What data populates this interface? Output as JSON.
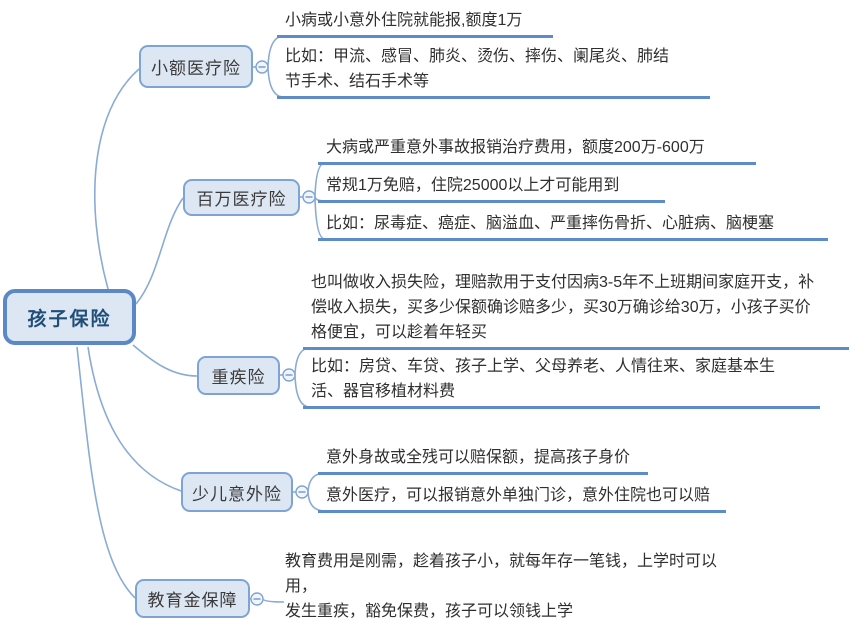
{
  "root": {
    "label": "孩子保险"
  },
  "branches": [
    {
      "label": "小额医疗险",
      "children": [
        {
          "text": "小病或小意外住院就能报,额度1万"
        },
        {
          "text": "比如：甲流、感冒、肺炎、烫伤、摔伤、阑尾炎、肺结\n节手术、结石手术等"
        }
      ]
    },
    {
      "label": "百万医疗险",
      "children": [
        {
          "text": "大病或严重意外事故报销治疗费用，额度200万-600万"
        },
        {
          "text": "常规1万免赔，住院25000以上才可能用到"
        },
        {
          "text": "比如：尿毒症、癌症、脑溢血、严重摔伤骨折、心脏病、脑梗塞"
        }
      ]
    },
    {
      "label": "重疾险",
      "children": [
        {
          "text": "也叫做收入损失险，理赔款用于支付因病3-5年不上班期间家庭开支，补\n偿收入损失，买多少保额确诊赔多少，买30万确诊给30万，小孩子买价\n格便宜，可以趁着年轻买"
        },
        {
          "text": "比如：房贷、车贷、孩子上学、父母养老、人情往来、家庭基本生\n活、器官移植材料费"
        }
      ]
    },
    {
      "label": "少儿意外险",
      "children": [
        {
          "text": "意外身故或全残可以赔保额，提高孩子身价"
        },
        {
          "text": "意外医疗，可以报销意外单独门诊，意外住院也可以赔"
        }
      ]
    },
    {
      "label": "教育金保障",
      "children": [
        {
          "text": "教育费用是刚需，趁着孩子小，就每年存一笔钱，上学时可以用，\n发生重疾，豁免保费，孩子可以领钱上学"
        }
      ]
    }
  ],
  "icons": {
    "collapse": "minus-icon"
  },
  "colors": {
    "line": "#8aabd6",
    "underline": "#5e8cc7",
    "node_fill": "#dde7f3",
    "node_border": "#7da4d4",
    "root_border": "#5c88c7",
    "root_text": "#1f4e79",
    "text": "#2f2f2f"
  }
}
